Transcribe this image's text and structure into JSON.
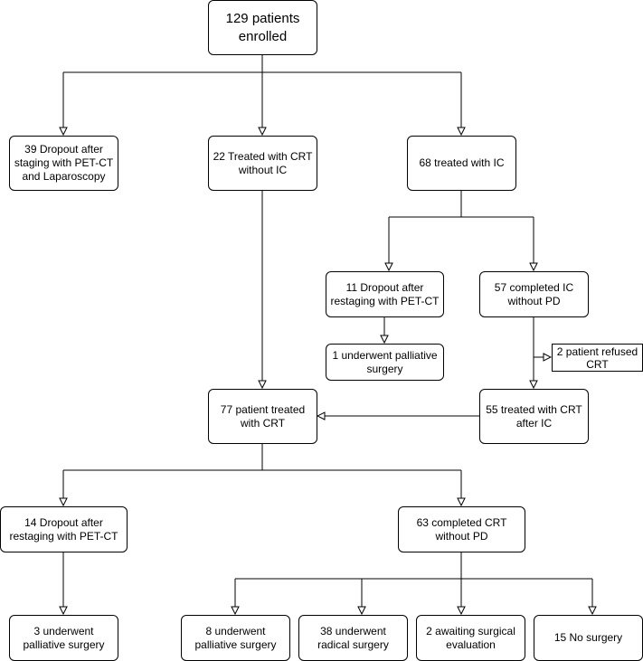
{
  "nodes": {
    "enrolled": "129 patients\nenrolled",
    "dropout_staging": "39 Dropout after\nstaging with PET-CT\nand Laparoscopy",
    "crt_without_ic": "22 Treated with CRT\nwithout IC",
    "treated_ic": "68 treated with IC",
    "dropout_restaging_ic": "11 Dropout after\nrestaging with PET-CT",
    "completed_ic": "57 completed  IC\nwithout PD",
    "palliative_1": "1 underwent palliative\nsurgery",
    "refused_crt": "2 patient refused\nCRT",
    "treated_crt": "77 patient treated\nwith CRT",
    "crt_after_ic": "55 treated with CRT\nafter IC",
    "dropout_restaging_crt": "14 Dropout after\nrestaging with PET-CT",
    "completed_crt": "63 completed CRT\nwithout PD",
    "palliative_3": "3 underwent\npalliative surgery",
    "palliative_8": "8 underwent\npalliative surgery",
    "radical_38": "38 underwent\nradical surgery",
    "awaiting_2": "2 awaiting surgical\nevaluation",
    "no_surgery_15": "15 No surgery"
  }
}
